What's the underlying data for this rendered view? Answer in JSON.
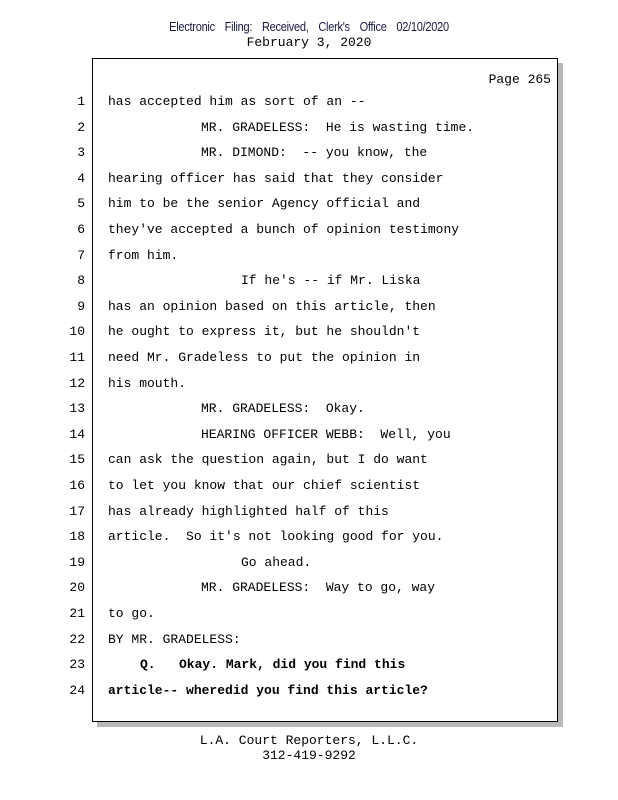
{
  "header": {
    "filing_stamp": "Electronic Filing: Received, Clerk's Office 02/10/2020",
    "date": "February 3, 2020"
  },
  "page": {
    "label": "Page 265",
    "lines": [
      {
        "num": "1",
        "text": "has accepted him as sort of an --",
        "indent": 0
      },
      {
        "num": "2",
        "text": "MR. GRADELESS:  He is wasting time.",
        "indent": 1
      },
      {
        "num": "3",
        "text": "MR. DIMOND:  -- you know, the",
        "indent": 1
      },
      {
        "num": "4",
        "text": "hearing officer has said that they consider",
        "indent": 0
      },
      {
        "num": "5",
        "text": "him to be the senior Agency official and",
        "indent": 0
      },
      {
        "num": "6",
        "text": "they've accepted a bunch of opinion testimony",
        "indent": 0
      },
      {
        "num": "7",
        "text": "from him.",
        "indent": 0
      },
      {
        "num": "8",
        "text": "If he's -- if Mr. Liska",
        "indent": 2
      },
      {
        "num": "9",
        "text": "has an opinion based on this article, then",
        "indent": 0
      },
      {
        "num": "10",
        "text": "he ought to express it, but he shouldn't",
        "indent": 0
      },
      {
        "num": "11",
        "text": "need Mr. Gradeless to put the opinion in",
        "indent": 0
      },
      {
        "num": "12",
        "text": "his mouth.",
        "indent": 0
      },
      {
        "num": "13",
        "text": "MR. GRADELESS:  Okay.",
        "indent": 1
      },
      {
        "num": "14",
        "text": "HEARING OFFICER WEBB:  Well, you",
        "indent": 1
      },
      {
        "num": "15",
        "text": "can ask the question again, but I do want",
        "indent": 0
      },
      {
        "num": "16",
        "text": "to let you know that our chief scientist",
        "indent": 0
      },
      {
        "num": "17",
        "text": "has already highlighted half of this",
        "indent": 0
      },
      {
        "num": "18",
        "text": "article.  So it's not looking good for you.",
        "indent": 0
      },
      {
        "num": "19",
        "text": "Go ahead.",
        "indent": 2
      },
      {
        "num": "20",
        "text": "MR. GRADELESS:  Way to go, way",
        "indent": 1
      },
      {
        "num": "21",
        "text": "to go.",
        "indent": 0
      },
      {
        "num": "22",
        "text": "BY MR. GRADELESS:",
        "indent": 0
      },
      {
        "num": "23",
        "text": "Q.   Okay. Mark, did you find this",
        "indent": 3,
        "bold": true
      },
      {
        "num": "24",
        "text": "article-- wheredid you find this article?",
        "indent": 0,
        "bold": true
      }
    ]
  },
  "footer": {
    "company": "L.A. Court Reporters, L.L.C.",
    "phone": "312-419-9292"
  }
}
